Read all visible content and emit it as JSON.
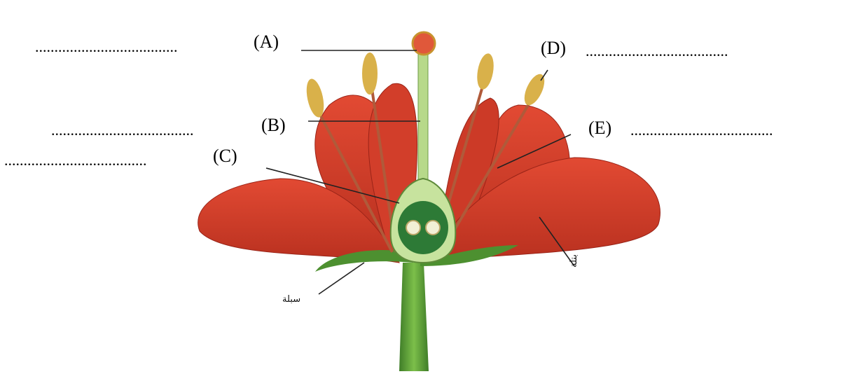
{
  "labels": {
    "a": {
      "letter": "(A)",
      "blank": "....................................."
    },
    "b": {
      "letter": "(B)",
      "blank": "....................................."
    },
    "c": {
      "letter": "(C)",
      "blank": "....................................."
    },
    "d": {
      "letter": "(D)",
      "blank": "....................................."
    },
    "e": {
      "letter": "(E)",
      "blank": "....................................."
    }
  },
  "printed_labels": {
    "sepal": "سبلة",
    "petal": "بتلة"
  },
  "colors": {
    "petal": "#d9432f",
    "petal_dark": "#a8261a",
    "stem": "#5fa33a",
    "ovary": "#9fcf6a",
    "anther": "#d9b14a",
    "stigma": "#e0583a"
  }
}
